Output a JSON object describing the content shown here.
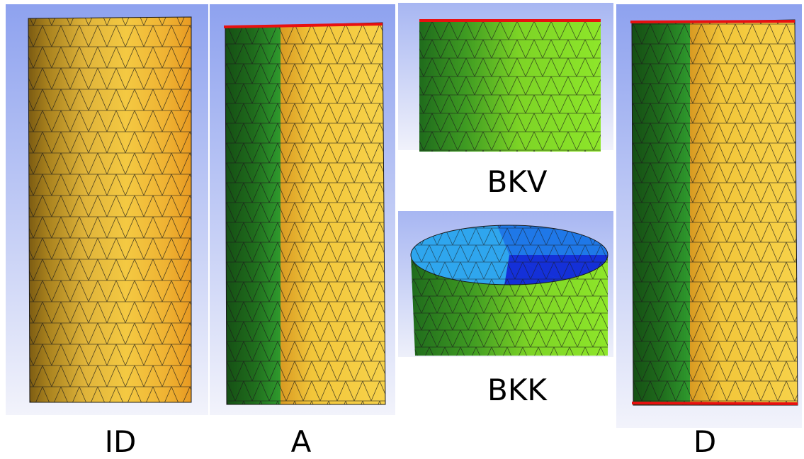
{
  "labels": {
    "id": "ID",
    "a": "A",
    "bkv": "BKV",
    "bkk": "BKK",
    "d": "D"
  },
  "colors": {
    "background_gradient_top": "#8fa3f0",
    "background_gradient_bottom": "#f3f4fb",
    "yellow_face": "#f2c63a",
    "orange_face": "#e9a62c",
    "dark_yellow_face": "#a9821e",
    "green_face": "#2c8f2a",
    "dark_green_face": "#1f6b1c",
    "lime_face": "#88e027",
    "cap_blue": "#1f78e8",
    "cap_light_blue": "#2fa6ee",
    "cap_dark_blue": "#1430d8",
    "boundary_red": "#e81010",
    "mesh_line": "#1a1a1a"
  }
}
